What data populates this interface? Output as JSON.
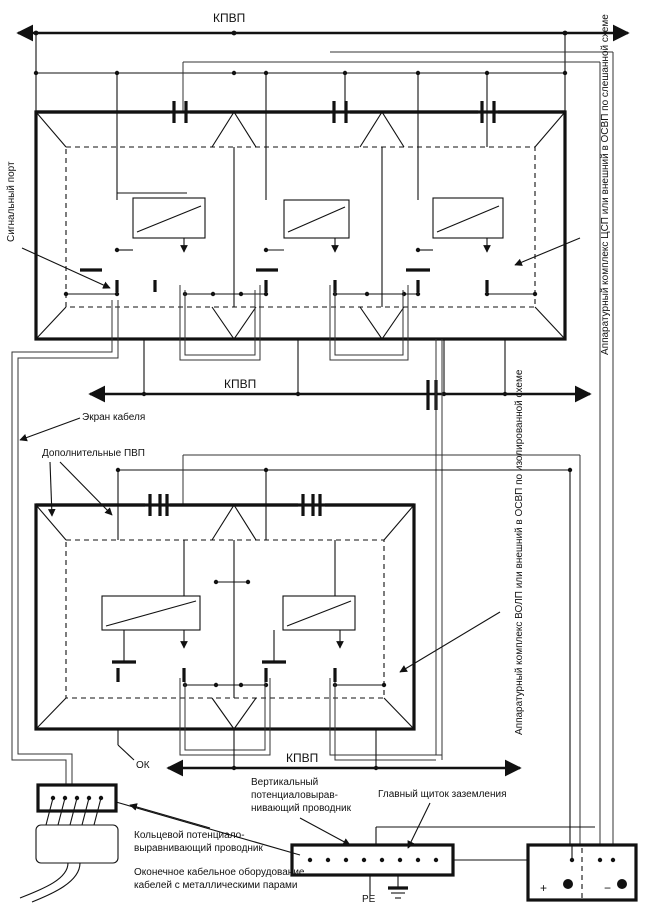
{
  "labels": {
    "kpvp_top": "КПВП",
    "kpvp_middle": "КПВП",
    "kpvp_bottom": "КПВП",
    "signal_port": "Сигнальный порт",
    "complex_cbn": "Аппаратурный комплекс ЦСП или внешний в ОСВП по слешанной схеме",
    "cable_shield": "Экран кабеля",
    "extra_pvp": "Дополнительные ПВП",
    "complex_iso": "Аппаратурный комплекс ВОЛП или внешний в ОСВП по изолированной схеме",
    "ok": "ОК",
    "vertical_conductor_1": "Вертикальный",
    "vertical_conductor_2": "потенциаловырав-",
    "vertical_conductor_3": "нивающий проводник",
    "main_board": "Главный щиток заземления",
    "ring_conductor_1": "Кольцевой потенциало-",
    "ring_conductor_2": "выравнивающий проводник",
    "terminal_equipment_1": "Оконечное кабельное оборудование",
    "terminal_equipment_2": "кабелей с металлическими парами",
    "pe": "PE",
    "plus": "+",
    "minus": "−"
  }
}
